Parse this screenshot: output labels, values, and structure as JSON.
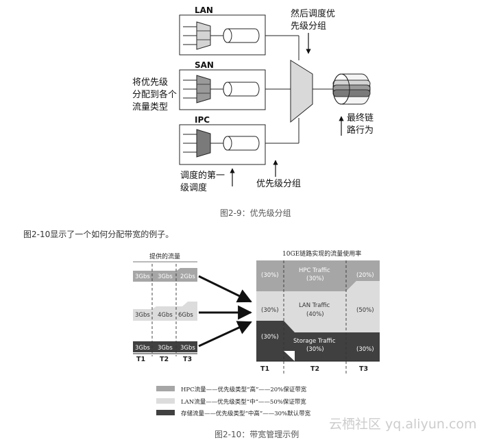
{
  "fig1": {
    "lan": "LAN",
    "san": "SAN",
    "ipc": "IPC",
    "then_sched_line1": "然后调度优",
    "then_sched_line2": "先级分组",
    "assign_line1": "将优先级",
    "assign_line2": "分配到各个",
    "assign_line3": "流量类型",
    "final_line1": "最终链",
    "final_line2": "路行为",
    "first_sched_line1": "调度的第一",
    "first_sched_line2": "级调度",
    "prio_group": "优先级分组",
    "caption": "图2-9：优先级分组"
  },
  "paragraph": "图2-10显示了一个如何分配带宽的例子。",
  "fig2": {
    "offered_title": "提供的流量",
    "link_title": "10GE链路实现的流量使用率",
    "rows": [
      {
        "name": "hpc",
        "cells": [
          "3Gbs",
          "3Gbs",
          "2Gbs"
        ]
      },
      {
        "name": "lan",
        "cells": [
          "3Gbs",
          "4Gbs",
          "6Gbs"
        ]
      },
      {
        "name": "storage",
        "cells": [
          "3Gbs",
          "3Gbs",
          "3Gbs"
        ]
      }
    ],
    "t_labels": [
      "T1",
      "T2",
      "T3"
    ],
    "hpc_pct": [
      "(30%)",
      "(30%)",
      "(20%)"
    ],
    "hpc_name": "HPC Traffic",
    "lan_pct": [
      "(30%)",
      "(40%)",
      "(50%)"
    ],
    "lan_name": "LAN Traffic",
    "sto_pct": [
      "(30%)",
      "(30%)",
      "(30%)"
    ],
    "sto_name": "Storage Traffic",
    "legend": [
      {
        "text": "HPC流量——优先级类型“高”——20%保证带宽",
        "color": "#a6a6a6"
      },
      {
        "text": "LAN流量——优先级类型“中”——50%保证带宽",
        "color": "#dcdcdc"
      },
      {
        "text": "存储流量——优先级类型“中高”——30%默认带宽",
        "color": "#404040"
      }
    ],
    "caption": "图2-10：带宽管理示例"
  },
  "watermark": "云栖社区 yq.aliyun.com",
  "colors": {
    "hpc": "#a6a6a6",
    "lan": "#dcdcdc",
    "storage": "#404040",
    "ipc_fill": "#7a7a7a",
    "san_fill": "#9a9a9a",
    "lan_fill": "#d4d4d4"
  }
}
